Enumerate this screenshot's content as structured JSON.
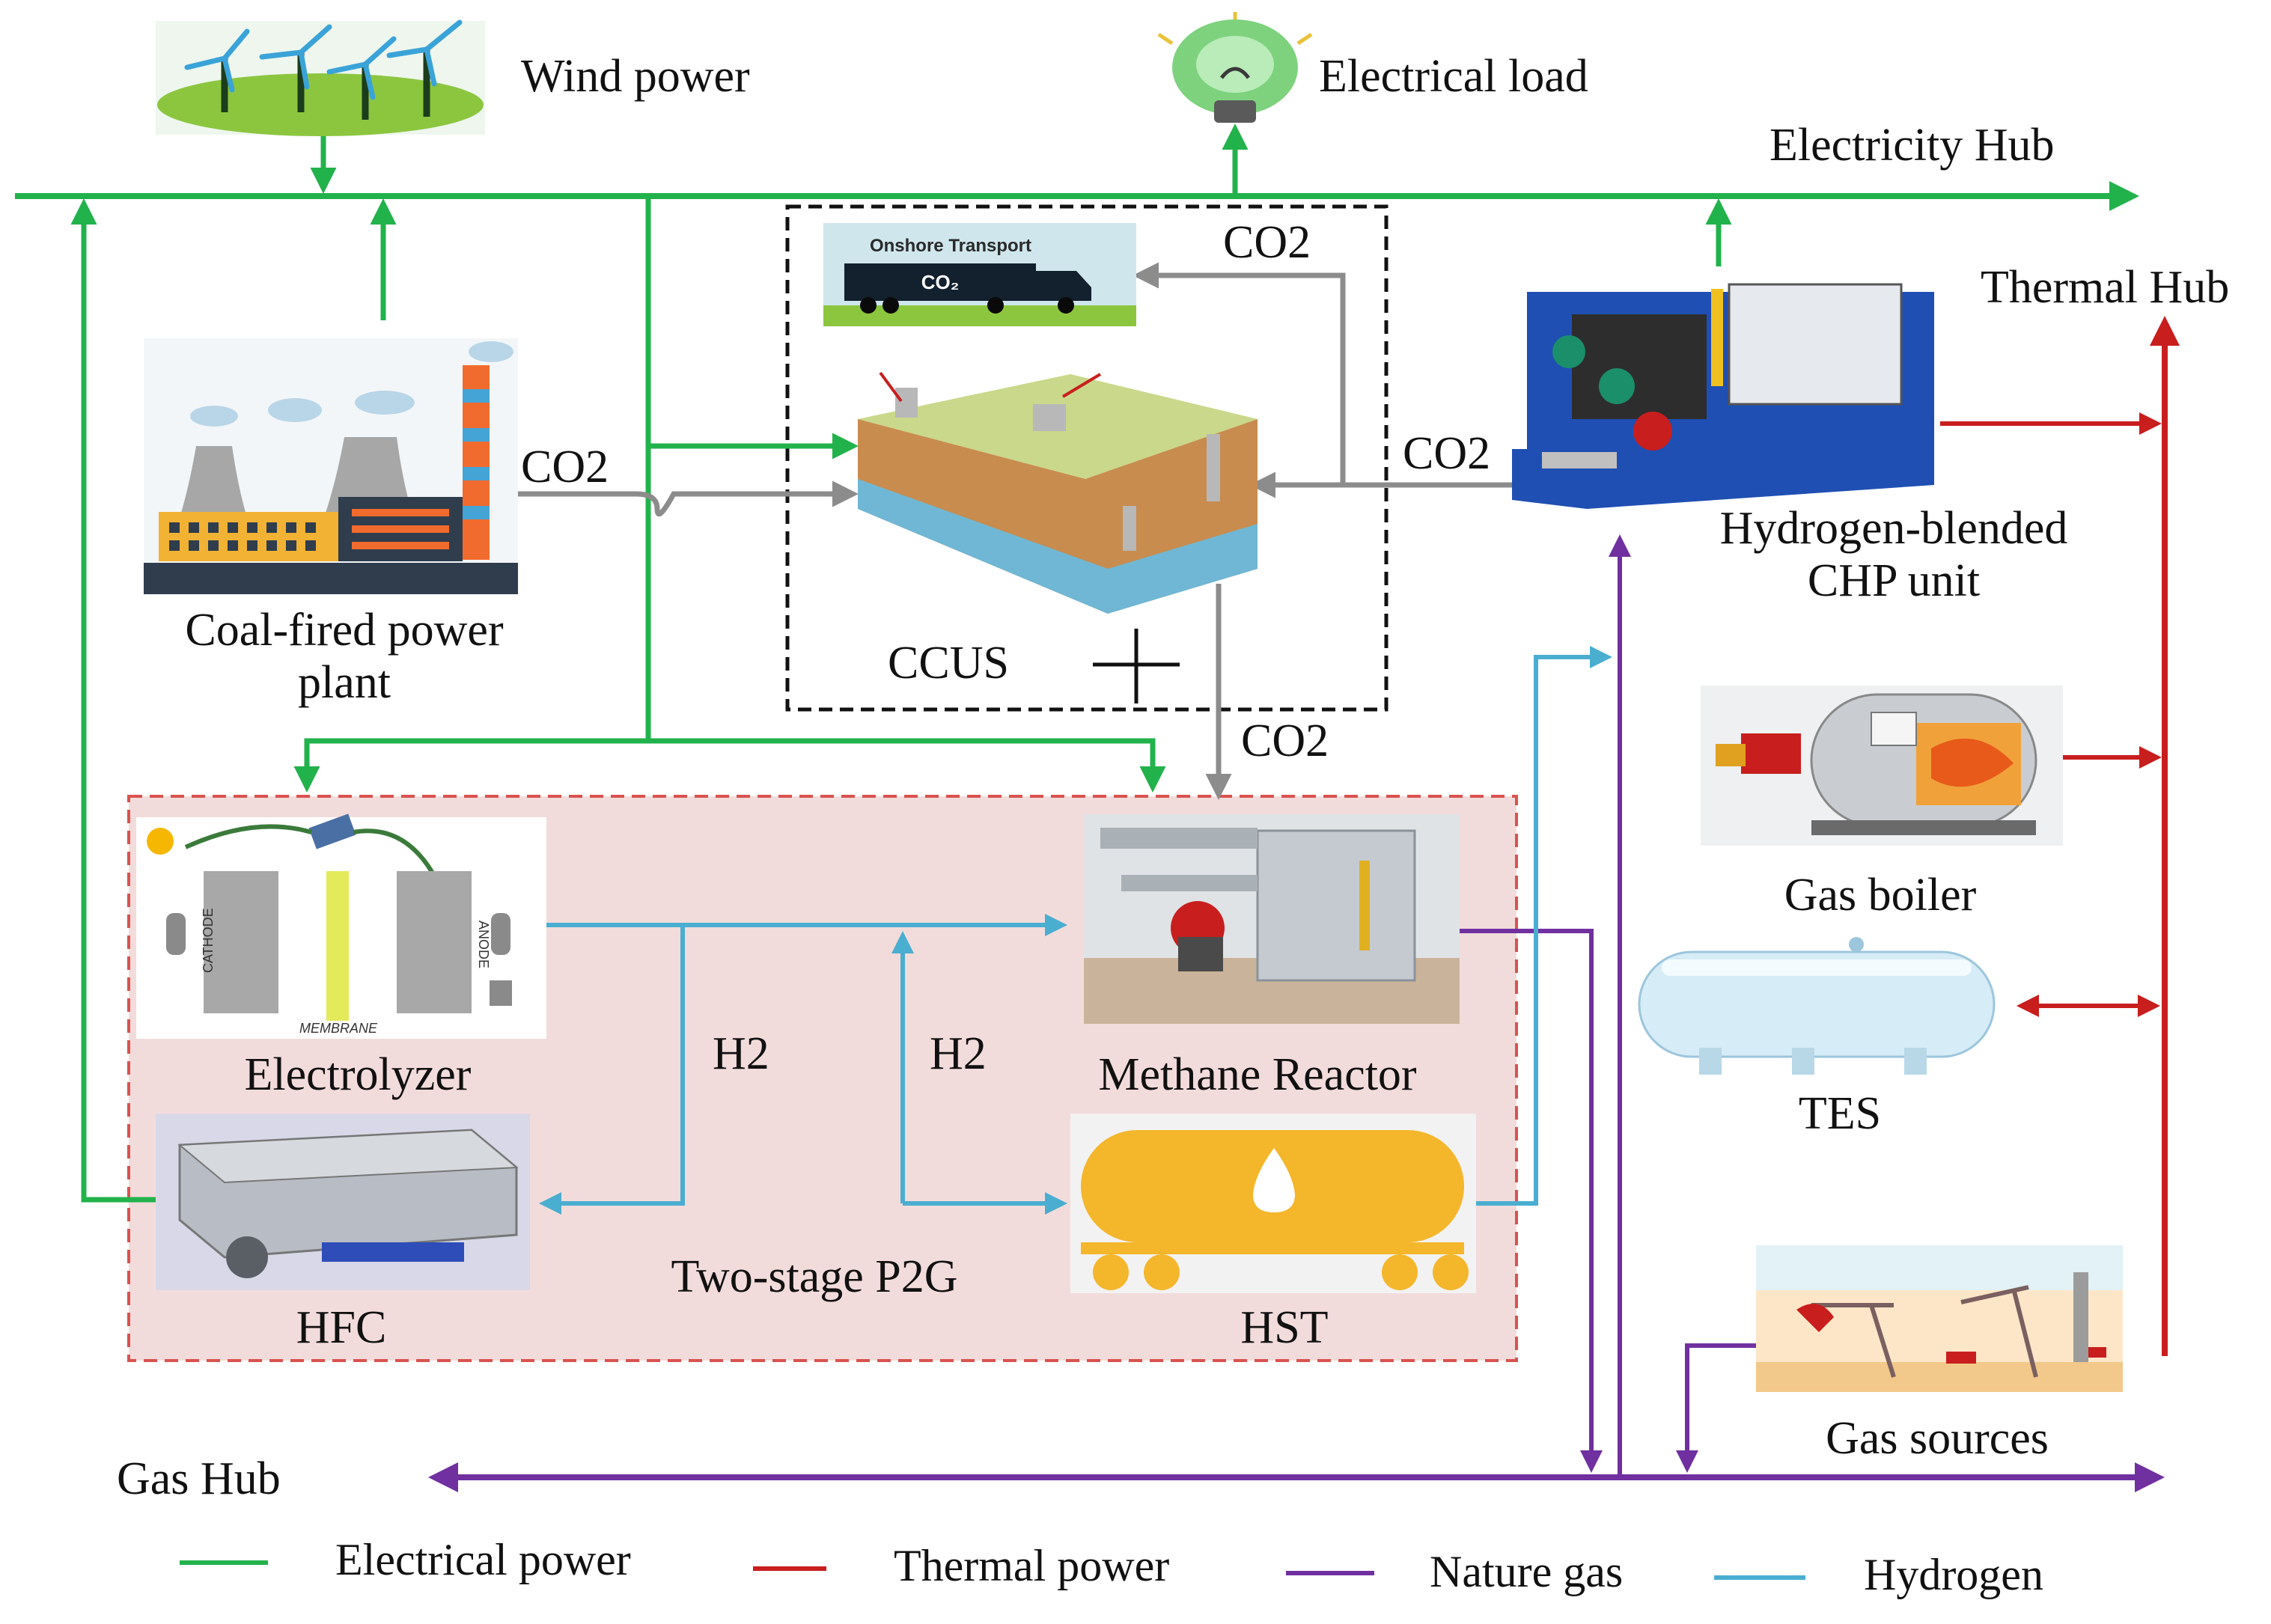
{
  "labels": {
    "wind_power": "Wind power",
    "electrical_load": "Electrical load",
    "electricity_hub": "Electricity  Hub",
    "thermal_hub": "Thermal Hub",
    "co2_coal": "CO2",
    "co2_ccus_top": "CO2",
    "co2_chp": "CO2",
    "co2_down": "CO2",
    "coal_plant_line1": "Coal-fired power",
    "coal_plant_line2": "plant",
    "ccus": "CCUS",
    "onshore_transport": "Onshore Transport",
    "co2_truck": "CO₂",
    "chp_line1": "Hydrogen-blended",
    "chp_line2": "CHP unit",
    "electrolyzer": "Electrolyzer",
    "cathode": "CATHODE",
    "anode": "ANODE",
    "membrane": "MEMBRANE",
    "h2_left": "H2",
    "h2_right": "H2",
    "methane_reactor": "Methane Reactor",
    "hfc": "HFC",
    "two_stage_p2g": "Two-stage P2G",
    "hst": "HST",
    "gas_boiler": "Gas boiler",
    "tes": "TES",
    "gas_sources": "Gas sources",
    "gas_hub": "Gas  Hub"
  },
  "legend": [
    {
      "label": "Electrical power",
      "color": "#22b24c"
    },
    {
      "label": "Thermal power",
      "color": "#c81e1e"
    },
    {
      "label": "Nature gas",
      "color": "#7030a0"
    },
    {
      "label": "Hydrogen",
      "color": "#4aaed0"
    }
  ],
  "colors": {
    "electrical": "#22b24c",
    "thermal": "#c81e1e",
    "gas": "#7030a0",
    "hydrogen": "#4aaed0",
    "co2": "#8c8c8c",
    "p2g_fill": "#f2dcdb",
    "p2g_border": "#d9534f"
  }
}
